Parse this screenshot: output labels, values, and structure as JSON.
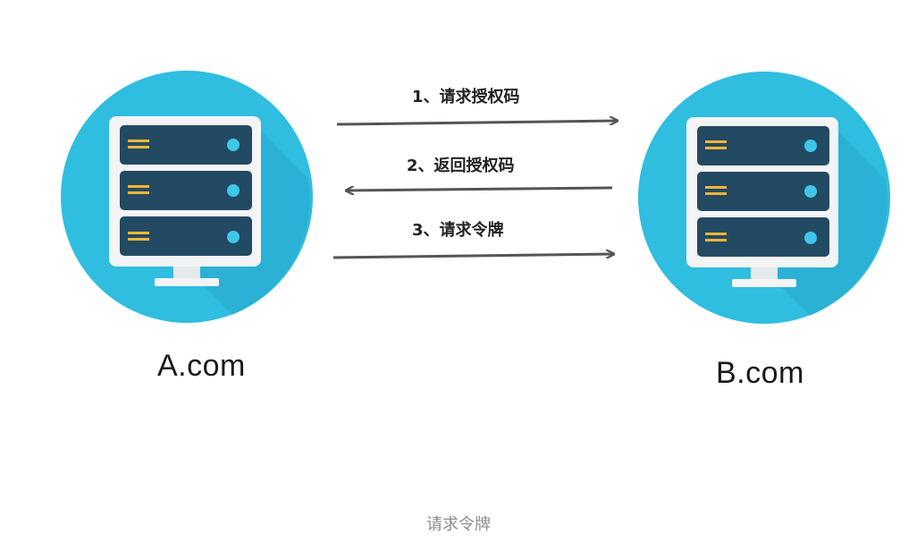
{
  "servers": [
    {
      "label": "A.com"
    },
    {
      "label": "B.com"
    }
  ],
  "arrows": [
    {
      "label": "1、请求授权码",
      "direction": "A-to-B"
    },
    {
      "label": "2、返回授权码",
      "direction": "B-to-A"
    },
    {
      "label": "3、请求令牌",
      "direction": "A-to-B"
    }
  ],
  "caption": "请求令牌",
  "colors": {
    "circle": "#2fbde0",
    "circle_shadow": "#27a8cc",
    "monitor": "#f2f4f5",
    "rack_unit": "#234a63",
    "rack_led": "#3ec7e8",
    "rack_bars": "#f4b535",
    "arrow": "#555555"
  }
}
